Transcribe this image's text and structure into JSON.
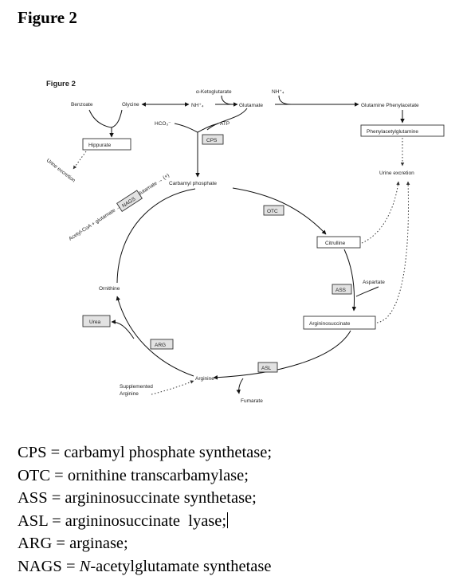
{
  "page_title": "Figure 2",
  "diagram": {
    "inner_title": "Figure 2",
    "nodes": {
      "benzoate": "Benzoate",
      "glycine": "Glycine",
      "nh4_mid": "NH⁺₄",
      "ketoglutarate": "α-Ketoglutarate",
      "nh4_top": "NH⁺₄",
      "glutamate": "Glutamate",
      "glutamine_phenylacetate": "Glutamine Phenylacetate",
      "phenylacetylglutamine": "Phenylacetylglutamine",
      "hippurate": "Hippurate",
      "hco3": "HCO₃⁻",
      "atp": "ATP",
      "urine_excretion_left": "Urine excretion",
      "urine_excretion_right": "Urine excretion",
      "nags_pathway": "Acetyl-CoA + glutamate → N-acetylglutamate → (+)",
      "carbamyl_phosphate": "Carbamyl phosphate",
      "citrulline": "Citrulline",
      "aspartate": "Aspartate",
      "argininosuccinate": "Argininosuccinate",
      "fumarate": "Fumarate",
      "arginine": "Arginine",
      "supplemented_arginine_1": "Supplemented",
      "supplemented_arginine_2": "Arginine",
      "ornithine": "Ornithine",
      "urea": "Urea"
    },
    "enzymes": {
      "cps": "CPS",
      "nags": "NAGS",
      "otc": "OTC",
      "ass": "ASS",
      "asl": "ASL",
      "arg": "ARG"
    }
  },
  "legend": [
    {
      "abbr": "CPS",
      "def": "carbamyl phosphate synthetase;"
    },
    {
      "abbr": "OTC",
      "def": "ornithine transcarbamylase;"
    },
    {
      "abbr": "ASS",
      "def": "argininosuccinate synthetase;"
    },
    {
      "abbr": "ASL",
      "def": "argininosuccinate  lyase;"
    },
    {
      "abbr": "ARG",
      "def": "arginase;"
    },
    {
      "abbr": "NAGS",
      "def_italic": "N",
      "def": "-acetylglutamate synthetase"
    }
  ]
}
